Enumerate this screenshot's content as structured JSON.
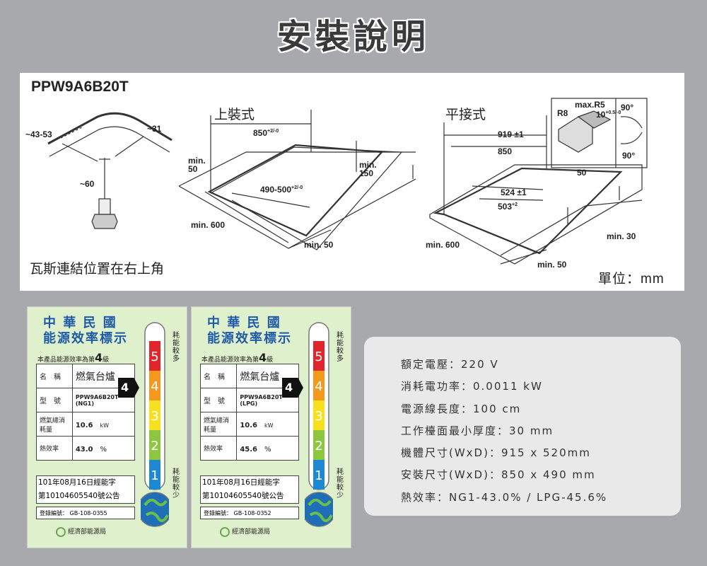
{
  "page_title": "安裝說明",
  "diagram": {
    "model": "PPW9A6B20T",
    "mount_top_label": "上裝式",
    "mount_flush_label": "平接式",
    "gas_note": "瓦斯連結位置在右上角",
    "unit_label": "單位：mm",
    "dim_43_53": "~43-53",
    "dim_31": "~31",
    "dim_60": "~60",
    "dim_850_top": "850",
    "dim_850_top_tol": "+2/-0",
    "dim_min50_left": "min.",
    "dim_min50_left_val": "50",
    "dim_min150": "min.",
    "dim_min150_val": "150",
    "dim_490_500": "490-500",
    "dim_490_500_tol": "+2/-0",
    "dim_min600_a": "min. 600",
    "dim_min50_a": "min. 50",
    "dim_919": "919 ±1",
    "dim_850_flush": "850",
    "dim_r8": "R8",
    "dim_maxr5": "max.R5",
    "dim_10": "10",
    "dim_10_tol": "+0.5/-0",
    "dim_90a": "90°",
    "dim_90b": "90°",
    "dim_50": "50",
    "dim_524": "524 ±1",
    "dim_503": "503",
    "dim_503_tol": "+2",
    "dim_min600_b": "min. 600",
    "dim_min30": "min. 30",
    "dim_min50_b": "min. 50"
  },
  "labels": [
    {
      "title_line1": "中 華 民 國",
      "title_line2": "能源效率標示",
      "grade_prefix": "本產品能源效率為第",
      "grade_num": "4",
      "grade_suffix": "級",
      "name_label": "名　稱",
      "name_value": "燃氣台爐",
      "model_label": "型　號",
      "model_value": "PPW9A6B20T (NG1)",
      "consumption_label": "燃氣總消耗量",
      "consumption_value": "10.6",
      "consumption_unit": "kW",
      "efficiency_label": "熱效率",
      "efficiency_value": "43.0",
      "efficiency_unit": "%",
      "notice_line1": "101年08月16日經能字",
      "notice_line2": "第10104605540號公告",
      "reg_label": "登錄編號：",
      "reg_value": "GB-108-0355",
      "ministry": "經濟部能源局",
      "arrow_grade": "4級",
      "side_top": "耗能較多",
      "side_bottom": "耗能較少",
      "levels": [
        "5",
        "4",
        "3",
        "2",
        "1"
      ]
    },
    {
      "title_line1": "中 華 民 國",
      "title_line2": "能源效率標示",
      "grade_prefix": "本產品能源效率為第",
      "grade_num": "4",
      "grade_suffix": "級",
      "name_label": "名　稱",
      "name_value": "燃氣台爐",
      "model_label": "型　號",
      "model_value": "PPW9A6B20T (LPG)",
      "consumption_label": "燃氣總消耗量",
      "consumption_value": "10.6",
      "consumption_unit": "kW",
      "efficiency_label": "熱效率",
      "efficiency_value": "45.6",
      "efficiency_unit": "%",
      "notice_line1": "101年08月16日經能字",
      "notice_line2": "第10104605540號公告",
      "reg_label": "登錄編號：",
      "reg_value": "GB-108-0352",
      "ministry": "經濟部能源局",
      "arrow_grade": "4級",
      "side_top": "耗能較多",
      "side_bottom": "耗能較少",
      "levels": [
        "5",
        "4",
        "3",
        "2",
        "1"
      ]
    }
  ],
  "specs": [
    "額定電壓：220 V",
    "消耗電功率：0.0011 kW",
    "電源線長度：100 cm",
    "工作檯面最小厚度：30 mm",
    "機體尺寸(WxD)：915 x 520mm",
    "安裝尺寸(WxD)：850 x 490 mm",
    "熱效率：NG1-43.0% / LPG-45.6%"
  ],
  "colors": {
    "level5": "#e0262a",
    "level4": "#f39a1e",
    "level3": "#f7e01e",
    "level2": "#8dc63f",
    "level1": "#1e88d2"
  }
}
